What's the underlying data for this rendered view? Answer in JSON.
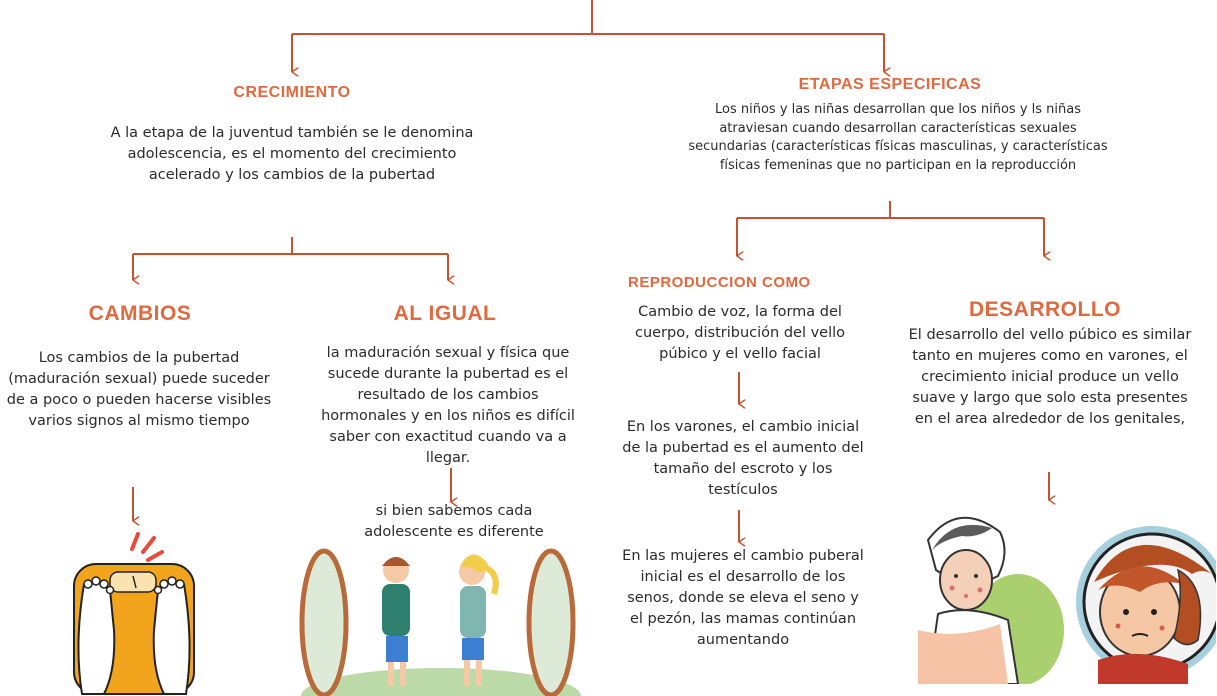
{
  "colors": {
    "accent": "#c4532f",
    "heading": "#e0693d"
  },
  "left": {
    "heading": "CRECIMIENTO",
    "text": "A la etapa de la juventud también se le denomina adolescencia, es el momento del crecimiento acelerado y los cambios de la pubertad",
    "cambios": {
      "heading": "CAMBIOS",
      "text": "Los cambios de la pubertad (maduración sexual) puede suceder de a poco o pueden hacerse visibles varios signos al mismo tiempo",
      "image": "bathroom-scale-illustration"
    },
    "al_igual": {
      "heading": "AL IGUAL",
      "text": "la maduración sexual y física que sucede durante la pubertad es el resultado de los cambios hormonales y en los niños es difícil saber con exactitud cuando va a llegar.",
      "sub_text": "si bien sabemos cada adolescente  es diferente",
      "image": "kids-mirror-illustration"
    }
  },
  "right": {
    "heading": "ETAPAS ESPECIFICAS",
    "text": "Los niños y las niñas desarrollan que los niños y ls niñas atraviesan cuando desarrollan características sexuales secundarias (características físicas masculinas, y características físicas femeninas que no participan en la reproducción",
    "reproduccion": {
      "heading": "REPRODUCCION COMO",
      "text1": "Cambio de voz, la forma del cuerpo, distribución del vello púbico y el vello facial",
      "text2": "En los varones, el cambio inicial de la pubertad es el aumento del tamaño del escroto y los testículos",
      "text3": "En las mujeres el cambio puberal inicial es el desarrollo de los senos, donde se eleva el seno y el pezón, las mamas continúan aumentando"
    },
    "desarrollo": {
      "heading": "DESARROLLO",
      "text": "El desarrollo del vello púbico es similar tanto en mujeres como en varones, el crecimiento inicial produce un vello suave y largo que solo esta presentes en el area alrededor de los genitales,",
      "image": "teens-illustration"
    }
  }
}
